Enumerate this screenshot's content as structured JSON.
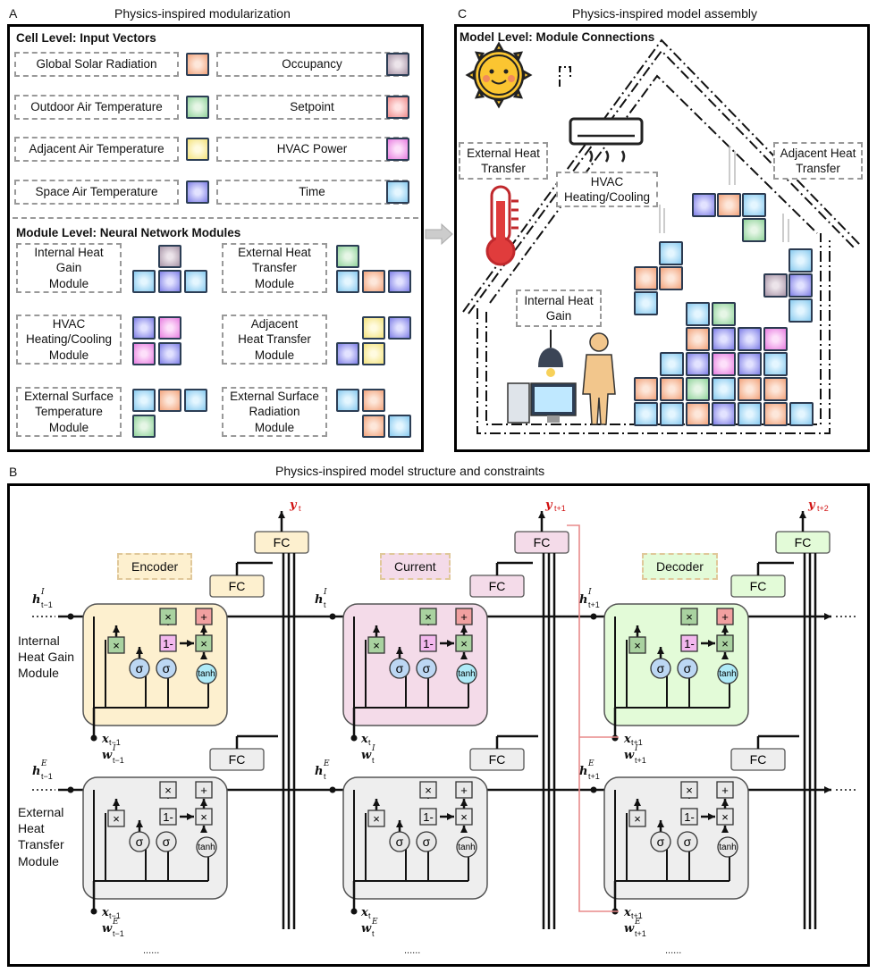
{
  "panel_a": {
    "letter": "A",
    "title": "Physics-inspired modularization",
    "cell_heading": "Cell Level: Input Vectors",
    "inputs": [
      {
        "label": "Global Solar Radiation"
      },
      {
        "label": "Occupancy"
      },
      {
        "label": "Outdoor Air Temperature"
      },
      {
        "label": "Setpoint"
      },
      {
        "label": "Adjacent Air Temperature"
      },
      {
        "label": "HVAC Power"
      },
      {
        "label": "Space Air Temperature"
      },
      {
        "label": "Time"
      }
    ],
    "module_heading": "Module Level: Neural Network Modules",
    "modules": [
      {
        "label": "Internal Heat\nGain\nModule"
      },
      {
        "label": "External Heat\nTransfer\nModule"
      },
      {
        "label": "HVAC\nHeating/Cooling\nModule"
      },
      {
        "label": "Adjacent\nHeat Transfer\nModule"
      },
      {
        "label": "External Surface\nTemperature\nModule"
      },
      {
        "label": "External Surface\nRadiation\nModule"
      }
    ]
  },
  "panel_c": {
    "letter": "C",
    "title": "Physics-inspired model assembly",
    "heading": "Model Level: Module Connections",
    "ext_heat": "External Heat\nTransfer",
    "hvac": "HVAC\nHeating/Cooling",
    "adjacent": "Adjacent\nHeat Transfer",
    "internal": "Internal\nHeat Gain"
  },
  "panel_b": {
    "letter": "B",
    "title": "Physics-inspired model structure and constraints",
    "stage_labels": [
      "Encoder",
      "Current",
      "Decoder"
    ],
    "fc_label": "FC",
    "outputs": [
      "y",
      "y",
      "y"
    ],
    "output_subs": [
      "t",
      "t+1",
      "t+2"
    ],
    "row_labels": [
      "Internal\nHeat Gain\nModule",
      "External\nHeat\nTransfer\nModule"
    ],
    "h_top": [
      "h",
      "h",
      "h"
    ],
    "h_top_sup": [
      "I",
      "I",
      "I"
    ],
    "h_top_sub": [
      "t−1",
      "t",
      "t+1"
    ],
    "h_bot_sup": [
      "E",
      "E",
      "E"
    ],
    "h_bot_sub": [
      "t−1",
      "t",
      "t+1"
    ],
    "x_subs": [
      "t−1",
      "t",
      "t+1"
    ],
    "w_top": [
      "w",
      "w",
      "w"
    ],
    "gate_labels": {
      "mult": "×",
      "plus": "+",
      "one_minus": "1-",
      "sigma": "σ",
      "tanh": "tanh"
    },
    "ellipsis": "......"
  },
  "colors": {
    "encoder": "#fdf0cf",
    "current": "#f4dbe9",
    "decoder": "#e3fbd8",
    "gray_cell": "#eeeeee",
    "output_red": "#d01010",
    "constraint_line": "#e88a8a"
  }
}
